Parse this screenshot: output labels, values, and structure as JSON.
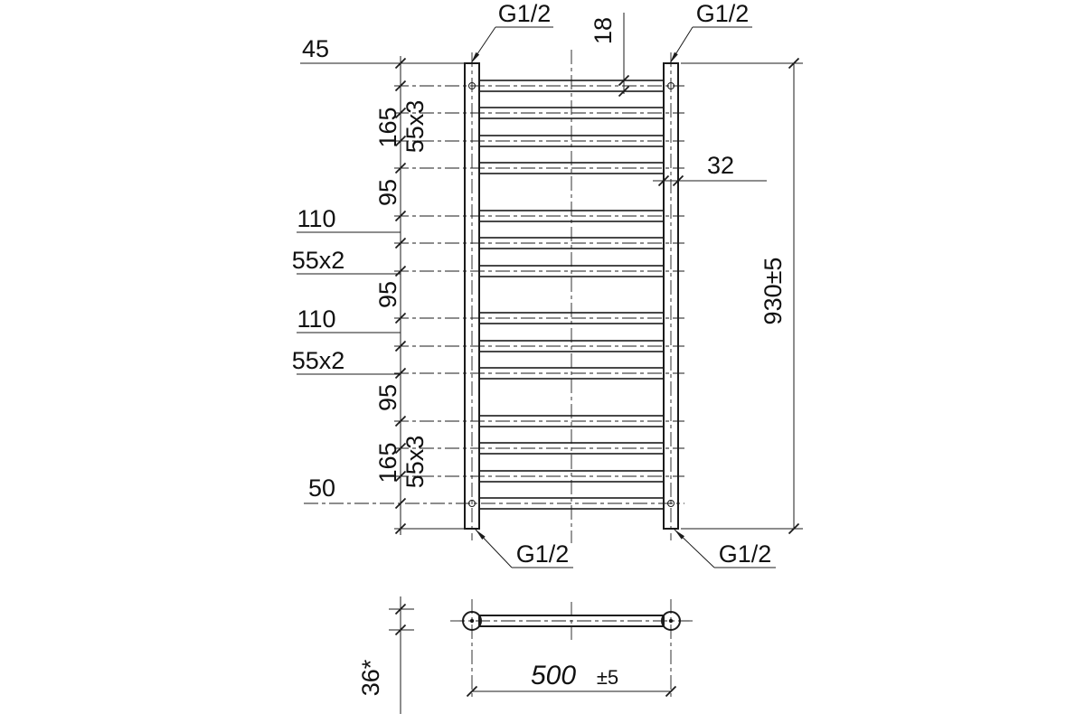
{
  "connections": {
    "top_left": "G1/2",
    "top_right": "G1/2",
    "bottom_left": "G1/2",
    "bottom_right": "G1/2"
  },
  "dimensions": {
    "top_offset": "45",
    "group_top_total": "165",
    "group_top_pitch": "55x3",
    "gap_1": "95",
    "pair_1_total": "110",
    "pair_1_pitch": "55x2",
    "gap_2": "95",
    "pair_2_total": "110",
    "pair_2_pitch": "55x2",
    "gap_3": "95",
    "group_bottom_total": "165",
    "group_bottom_pitch": "55x3",
    "bottom_offset": "50",
    "rung_diameter": "18",
    "collector_width": "32",
    "overall_height": "930±5",
    "overall_width_value": "500",
    "overall_width_tolerance": "±5",
    "wall_depth": "36*"
  }
}
